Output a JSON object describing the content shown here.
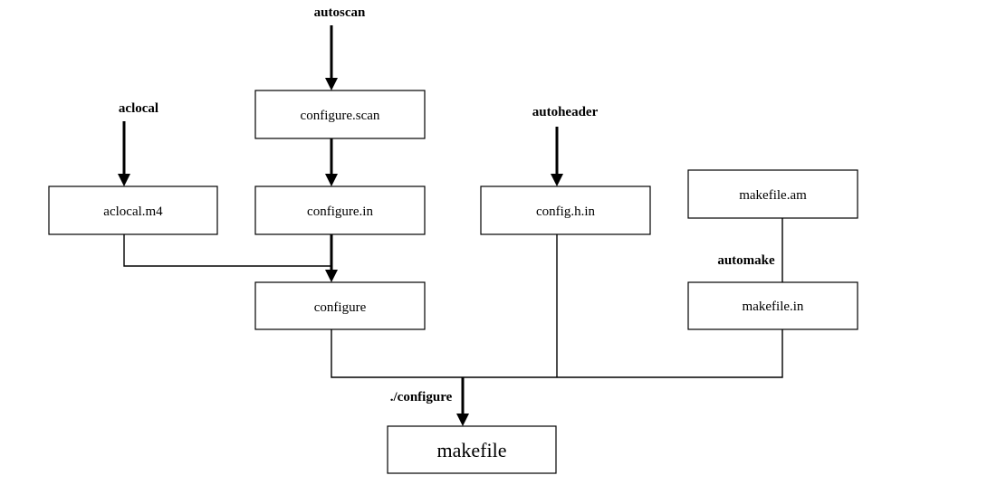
{
  "diagram": {
    "nodes": {
      "configure_scan": {
        "label": "configure.scan"
      },
      "aclocal_m4": {
        "label": "aclocal.m4"
      },
      "configure_in": {
        "label": "configure.in"
      },
      "config_h_in": {
        "label": "config.h.in"
      },
      "makefile_am": {
        "label": "makefile.am"
      },
      "configure": {
        "label": "configure"
      },
      "makefile_in": {
        "label": "makefile.in"
      },
      "makefile": {
        "label": "makefile"
      }
    },
    "tools": {
      "autoscan": "autoscan",
      "aclocal": "aclocal",
      "autoheader": "autoheader",
      "automake": "automake",
      "run_configure": "./configure"
    },
    "edges": [
      {
        "from": "autoscan",
        "to": "configure_scan",
        "kind": "arrow"
      },
      {
        "from": "configure_scan",
        "to": "configure_in",
        "kind": "arrow"
      },
      {
        "from": "aclocal",
        "to": "aclocal_m4",
        "kind": "arrow"
      },
      {
        "from": "autoheader",
        "to": "config_h_in",
        "kind": "arrow"
      },
      {
        "from": "configure_in",
        "to": "configure",
        "kind": "arrow"
      },
      {
        "from": "aclocal_m4",
        "to": "configure",
        "kind": "line"
      },
      {
        "from": "makefile_am",
        "to": "makefile_in",
        "kind": "line",
        "via": "automake"
      },
      {
        "from": "configure",
        "to": "makefile",
        "kind": "arrow",
        "via": "run_configure"
      },
      {
        "from": "config_h_in",
        "to": "makefile",
        "kind": "line"
      },
      {
        "from": "makefile_in",
        "to": "makefile",
        "kind": "line"
      }
    ]
  }
}
